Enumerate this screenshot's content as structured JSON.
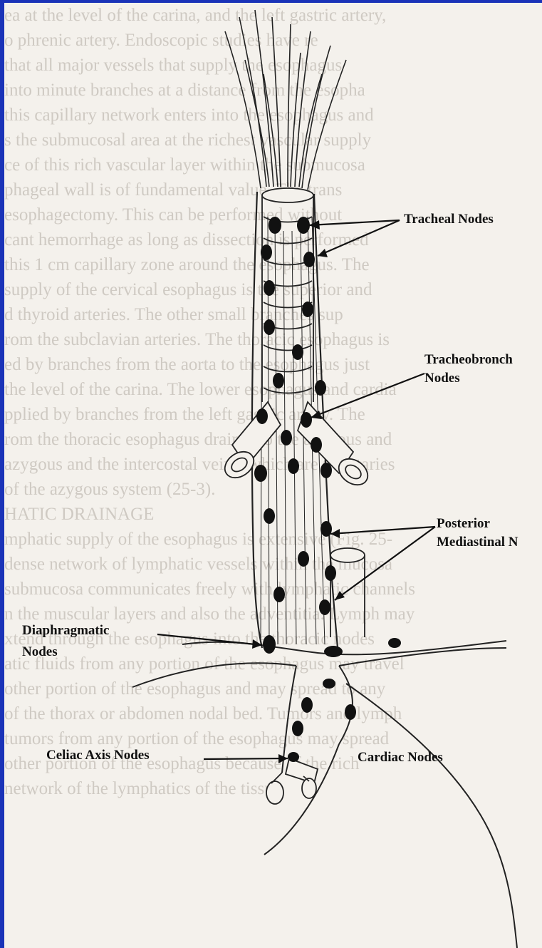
{
  "labels": {
    "tracheal": "Tracheal Nodes",
    "tracheobronchial_1": "Tracheobronch",
    "tracheobronchial_2": "Nodes",
    "posterior_mediastinal_1": "Posterior",
    "posterior_mediastinal_2": "Mediastinal N",
    "diaphragmatic_1": "Diaphragmatic",
    "diaphragmatic_2": "Nodes",
    "celiac_axis": "Celiac Axis Nodes",
    "cardiac": "Cardiac Nodes"
  },
  "background_text": [
    "ea at the level of the carina, and the left gastric artery,",
    "o phrenic artery. Endoscopic studies have re",
    "that all major vessels that supply the esophagus",
    "into minute branches at a distance from the esopha",
    "this capillary network enters into the esophagus and",
    "s the submucosal area at the richest vascular supply",
    "ce of this rich vascular layer within the submucosa",
    "phageal wall is of fundamental value. The trans",
    "esophagectomy. This can be performed without",
    "cant hemorrhage as long as dissection is performed",
    "this 1 cm capillary zone around the esophagus. The",
    "supply of the cervical esophagus is the superior and",
    "d thyroid arteries. The other small branches sup",
    "rom the subclavian arteries. The thoracic esophagus is",
    "ed by branches from the aorta to the esophagus just",
    "the level of the carina. The lower esophagus and cardia",
    "pplied by branches from the left gastric artery. The",
    "rom the thoracic esophagus drain into the azygous and",
    "azygous and the intercostal veins, which are tributaries",
    "of the azygous system (25-3).",
    "",
    "HATIC DRAINAGE",
    "mphatic supply of the esophagus is extensive (Fig. 25-",
    "dense network of lymphatic vessels within the mucosa",
    "submucosa communicates freely with lymphatic channels",
    "n the muscular layers and also the adventitia. Lymph may",
    "xtend through the esophagus into the thoracic nodes",
    "atic fluids from any portion of the esophagus may travel",
    "other portion of the esophagus and may spread to any",
    "of the thorax or abdomen nodal bed. Tumors and lymph",
    "tumors from any portion of the esophagus may spread",
    "other portion of the esophagus because of the rich",
    "network of the lymphatics of the tissue"
  ]
}
